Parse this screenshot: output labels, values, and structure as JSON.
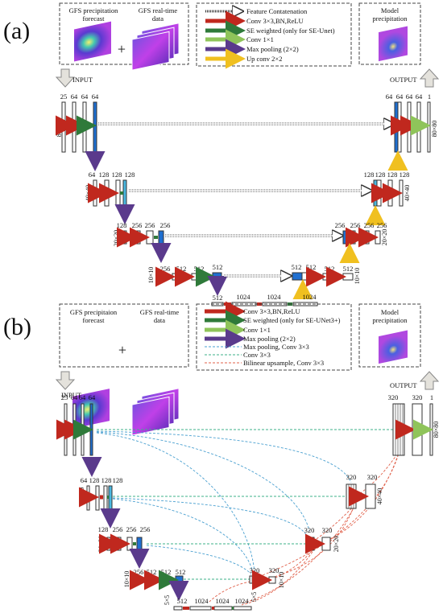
{
  "panel_a": {
    "panel_label": "(a)",
    "input_box": {
      "item1": [
        "GFS precipitation",
        "forecast"
      ],
      "plus": "+",
      "item2": [
        "GFS real-time",
        "data"
      ]
    },
    "legend": [
      {
        "text": "Feature Contatenation",
        "color": "#ffffff",
        "kind": "dotted-arrow"
      },
      {
        "text": "Conv 3×3,BN,ReLU",
        "color": "#c0281e",
        "kind": "arrow"
      },
      {
        "text": "SE weighted (only for SE-Unet)",
        "color": "#2f7a3a",
        "kind": "arrow"
      },
      {
        "text": "Conv 1×1",
        "color": "#8fc45a",
        "kind": "arrow"
      },
      {
        "text": "Max pooling (2×2)",
        "color": "#5a3a8c",
        "kind": "arrow"
      },
      {
        "text": "Up conv 2×2",
        "color": "#f0c020",
        "kind": "arrow"
      }
    ],
    "output_box": [
      "Model",
      "precipitation"
    ],
    "input_label": "INPUT",
    "output_label": "OUTPUT",
    "enc_channels": [
      [
        "25",
        "64",
        "64",
        "64"
      ],
      [
        "64",
        "128",
        "128",
        "128"
      ],
      [
        "128",
        "256",
        "256",
        "256"
      ],
      [
        "256",
        "512",
        "512",
        "512"
      ]
    ],
    "dec_channels": [
      [
        "64",
        "64",
        "64",
        "64",
        "1"
      ],
      [
        "128",
        "128",
        "128",
        "128"
      ],
      [
        "256",
        "256",
        "256",
        "256"
      ],
      [
        "512",
        "512",
        "512",
        "512"
      ]
    ],
    "sizes": [
      "80×80",
      "40×40",
      "20×20",
      "10×10"
    ],
    "bottleneck": [
      "512",
      "1024",
      "1024",
      "1024"
    ]
  },
  "panel_b": {
    "panel_label": "(b)",
    "input_box": {
      "item1": [
        "GFS precipitaion",
        "forecast"
      ],
      "plus": "+",
      "item2": [
        "GFS real-time",
        "data"
      ]
    },
    "legend": [
      {
        "text": "Conv 3×3,BN,ReLU",
        "color": "#c0281e",
        "kind": "arrow"
      },
      {
        "text": "SE weighted (only for SE-UNet3+)",
        "color": "#2f7a3a",
        "kind": "arrow"
      },
      {
        "text": "Conv 1×1",
        "color": "#8fc45a",
        "kind": "arrow"
      },
      {
        "text": "Max pooling (2×2)",
        "color": "#5a3a8c",
        "kind": "arrow"
      },
      {
        "text": "Max pooling, Conv 3×3",
        "color": "#4aa0d0",
        "kind": "dash"
      },
      {
        "text": "Conv 3×3",
        "color": "#3cb08a",
        "kind": "dash"
      },
      {
        "text": "Bilinear upsample, Conv 3×3",
        "color": "#e0604a",
        "kind": "dash"
      }
    ],
    "output_box": [
      "Model",
      "precipitation"
    ],
    "input_label": "INPUT",
    "output_label": "OUTPUT",
    "enc_channels": [
      [
        "25",
        "64",
        "64",
        "64"
      ],
      [
        "64",
        "128",
        "128",
        "128"
      ],
      [
        "128",
        "256",
        "256",
        "256"
      ],
      [
        "256",
        "512",
        "512",
        "512"
      ]
    ],
    "dec_channels": [
      "320",
      "320",
      "320",
      "320"
    ],
    "out_channels": [
      "320",
      "1"
    ],
    "sizes": [
      "80×80",
      "40×40",
      "20×20",
      "10×10",
      "5×5"
    ],
    "bottleneck": [
      "512",
      "1024",
      "1024",
      "1024"
    ]
  }
}
